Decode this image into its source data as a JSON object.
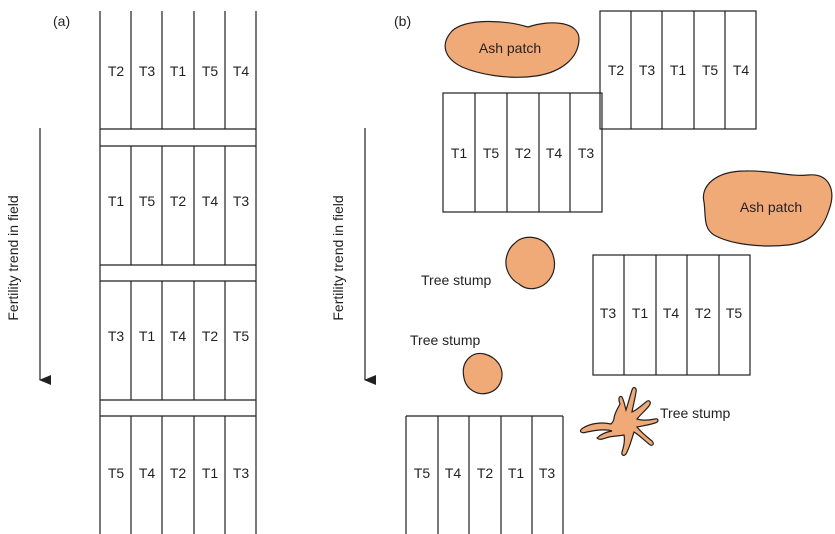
{
  "panel_a": {
    "label": "(a)",
    "trend_label": "Fertility trend in field",
    "blocks": [
      [
        "T2",
        "T3",
        "T1",
        "T5",
        "T4"
      ],
      [
        "T1",
        "T5",
        "T2",
        "T4",
        "T3"
      ],
      [
        "T3",
        "T1",
        "T4",
        "T2",
        "T5"
      ],
      [
        "T5",
        "T4",
        "T2",
        "T1",
        "T3"
      ]
    ]
  },
  "panel_b": {
    "label": "(b)",
    "trend_label": "Fertility trend in field",
    "blocks": [
      [
        "T2",
        "T3",
        "T1",
        "T5",
        "T4"
      ],
      [
        "T1",
        "T5",
        "T2",
        "T4",
        "T3"
      ],
      [
        "T3",
        "T1",
        "T4",
        "T2",
        "T5"
      ],
      [
        "T5",
        "T4",
        "T2",
        "T1",
        "T3"
      ]
    ],
    "obstacles": {
      "ash_patch_1": "Ash patch",
      "ash_patch_2": "Ash patch",
      "tree_stump_1": "Tree stump",
      "tree_stump_2": "Tree stump",
      "tree_stump_3": "Tree stump"
    }
  },
  "colors": {
    "obstacle_fill": "#f0aa78",
    "line": "#231f20"
  }
}
